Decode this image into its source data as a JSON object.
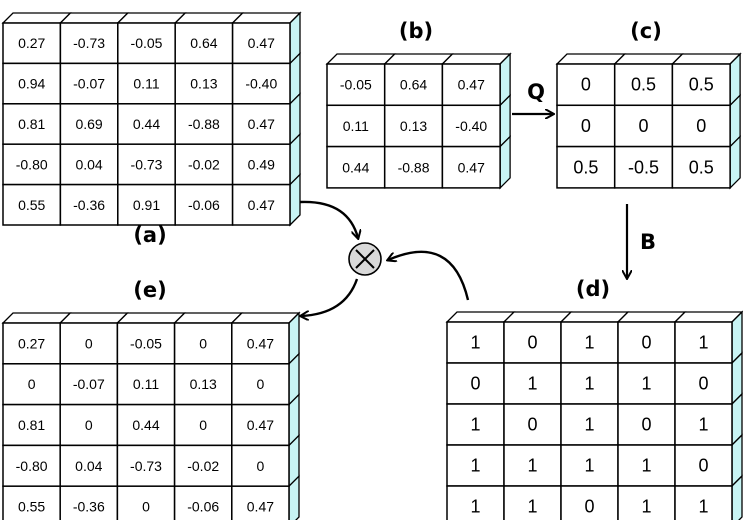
{
  "matrices": {
    "a": {
      "label": "(a)",
      "rows": [
        [
          "0.27",
          "-0.73",
          "-0.05",
          "0.64",
          "0.47"
        ],
        [
          "0.94",
          "-0.07",
          "0.11",
          "0.13",
          "-0.40"
        ],
        [
          "0.81",
          "0.69",
          "0.44",
          "-0.88",
          "0.47"
        ],
        [
          "-0.80",
          "0.04",
          "-0.73",
          "-0.02",
          "0.49"
        ],
        [
          "0.55",
          "-0.36",
          "0.91",
          "-0.06",
          "0.47"
        ]
      ]
    },
    "b": {
      "label": "(b)",
      "rows": [
        [
          "-0.05",
          "0.64",
          "0.47"
        ],
        [
          "0.11",
          "0.13",
          "-0.40"
        ],
        [
          "0.44",
          "-0.88",
          "0.47"
        ]
      ]
    },
    "c": {
      "label": "(c)",
      "rows": [
        [
          "0",
          "0.5",
          "0.5"
        ],
        [
          "0",
          "0",
          "0"
        ],
        [
          "0.5",
          "-0.5",
          "0.5"
        ]
      ]
    },
    "d": {
      "label": "(d)",
      "rows": [
        [
          "1",
          "0",
          "1",
          "0",
          "1"
        ],
        [
          "0",
          "1",
          "1",
          "1",
          "0"
        ],
        [
          "1",
          "0",
          "1",
          "0",
          "1"
        ],
        [
          "1",
          "1",
          "1",
          "1",
          "0"
        ],
        [
          "1",
          "1",
          "0",
          "1",
          "1"
        ]
      ]
    },
    "e": {
      "label": "(e)",
      "rows": [
        [
          "0.27",
          "0",
          "-0.05",
          "0",
          "0.47"
        ],
        [
          "0",
          "-0.07",
          "0.11",
          "0.13",
          "0"
        ],
        [
          "0.81",
          "0",
          "0.44",
          "0",
          "0.47"
        ],
        [
          "-0.80",
          "0.04",
          "-0.73",
          "-0.02",
          "0"
        ],
        [
          "0.55",
          "-0.36",
          "0",
          "-0.06",
          "0.47"
        ]
      ]
    }
  },
  "operators": {
    "q_label": "Q",
    "b_label": "B",
    "multiply_symbol": "elementwise-multiply-icon"
  },
  "colors": {
    "cell_face": "#ffffff",
    "cell_top": "#ffffff",
    "cell_side": "#c8f4f4",
    "line": "#000000"
  }
}
